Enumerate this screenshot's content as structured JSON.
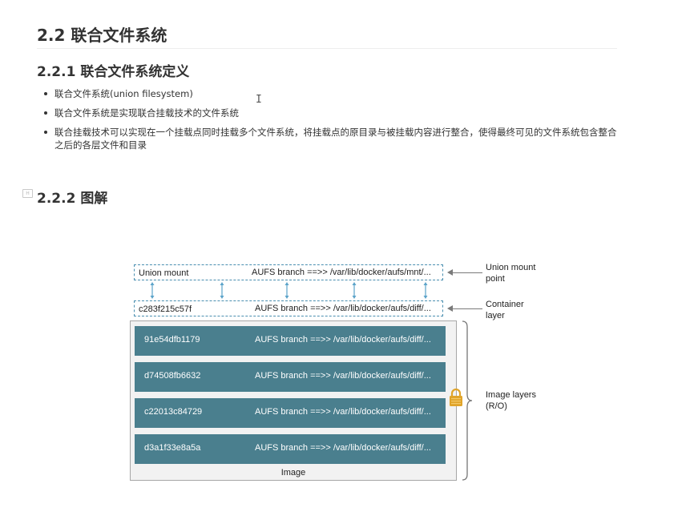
{
  "doc": {
    "section_title": "2.2 联合文件系统",
    "sub1_title": "2.2.1 联合文件系统定义",
    "bullets": [
      "联合文件系统(union filesystem)",
      "联合文件系统是实现联合挂载技术的文件系统",
      "联合挂载技术可以实现在一个挂载点同时挂载多个文件系统，将挂载点的原目录与被挂载内容进行整合，使得最终可见的文件系统包含整合之后的各层文件和目录"
    ],
    "sub2_title": "2.2.2 图解",
    "anchor_icon": "link-anchor-icon",
    "cursor_glyph": "I"
  },
  "diagram": {
    "union_mount": {
      "id": "Union mount",
      "branch": "AUFS branch ==>> /var/lib/docker/aufs/mnt/..."
    },
    "container": {
      "id": "c283f215c57f",
      "branch": "AUFS branch ==>> /var/lib/docker/aufs/diff/..."
    },
    "layers": [
      {
        "id": "91e54dfb1179",
        "branch": "AUFS branch ==>> /var/lib/docker/aufs/diff/..."
      },
      {
        "id": "d74508fb6632",
        "branch": "AUFS branch ==>> /var/lib/docker/aufs/diff/..."
      },
      {
        "id": "c22013c84729",
        "branch": "AUFS branch ==>> /var/lib/docker/aufs/diff/..."
      },
      {
        "id": "d3a1f33e8a5a",
        "branch": "AUFS branch ==>> /var/lib/docker/aufs/diff/..."
      }
    ],
    "image_label": "Image",
    "labels": {
      "union_mount_point_1": "Union mount",
      "union_mount_point_2": "point",
      "container_layer_1": "Container",
      "container_layer_2": "layer",
      "image_layers_1": "Image layers",
      "image_layers_2": "(R/O)"
    },
    "colors": {
      "layer_fill": "#4a7f8e",
      "dashed_border": "#4a8fb0",
      "arrow": "#5ba3c9",
      "lock": "#e0a42a"
    }
  }
}
